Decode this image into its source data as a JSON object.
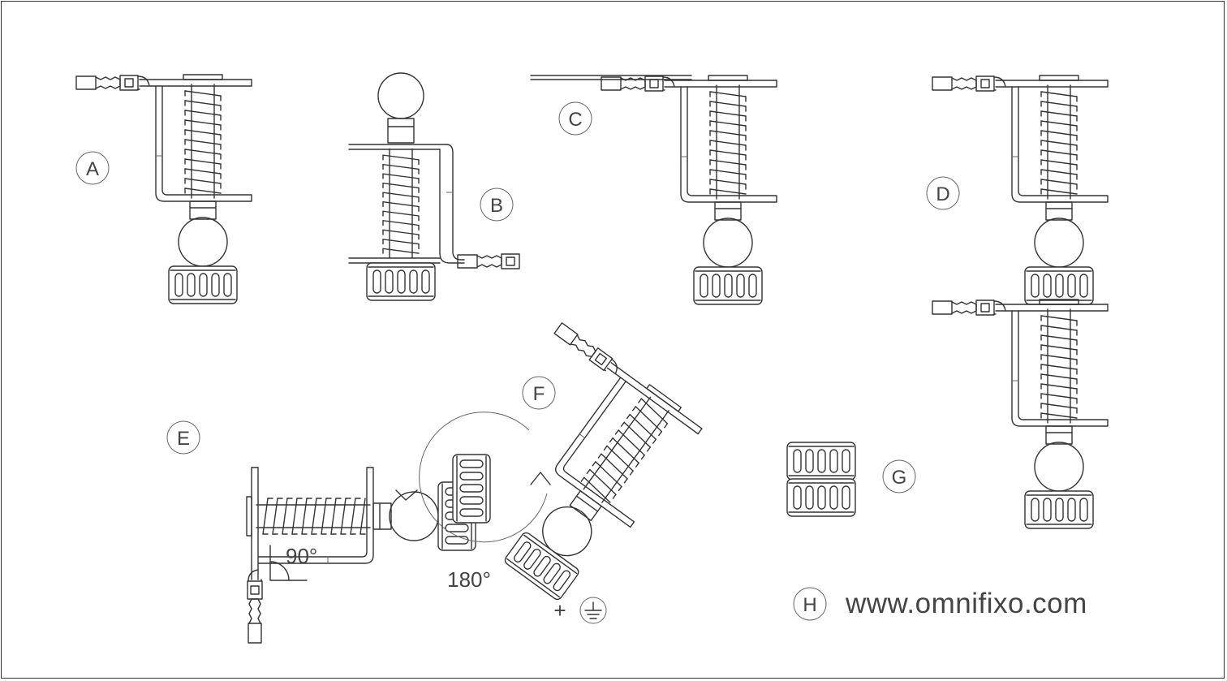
{
  "labels": {
    "a": "A",
    "b": "B",
    "c": "C",
    "d": "D",
    "e": "E",
    "f": "F",
    "g": "G",
    "h": "H"
  },
  "annotations": {
    "angle_90": "90°",
    "rotate_180": "180°",
    "plus": "+"
  },
  "website": "www.omnifixo.com",
  "colors": {
    "line": "#333333",
    "background": "#ffffff",
    "text": "#444444"
  },
  "icons": [
    "ground-icon",
    "rotation-arrow-icon",
    "right-angle-icon"
  ]
}
